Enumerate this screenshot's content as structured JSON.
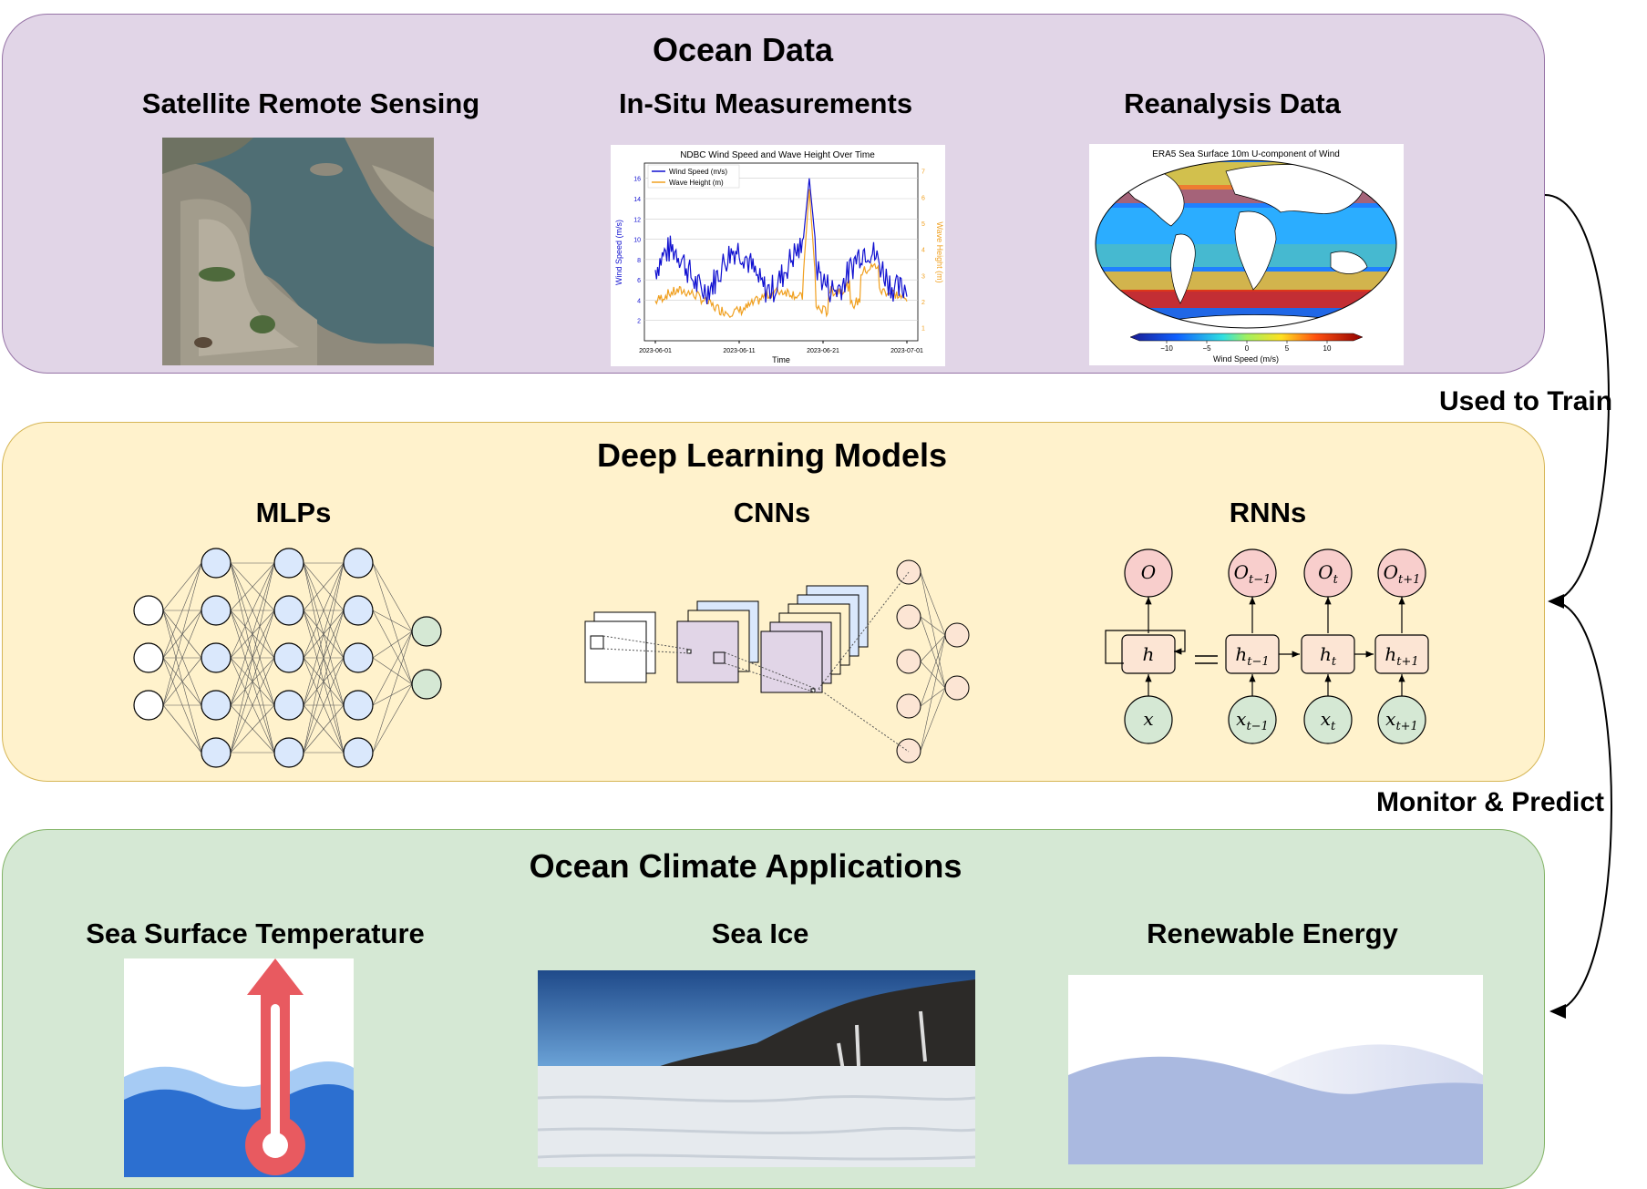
{
  "sections": {
    "ocean_data": {
      "title": "Ocean Data",
      "items": [
        "Satellite Remote Sensing",
        "In-Situ Measurements",
        "Reanalysis Data"
      ]
    },
    "models": {
      "title": "Deep Learning Models",
      "items": [
        "MLPs",
        "CNNs",
        "RNNs"
      ]
    },
    "applications": {
      "title": "Ocean Climate Applications",
      "items": [
        "Sea Surface Temperature",
        "Sea Ice",
        "Renewable Energy"
      ]
    }
  },
  "arrows": {
    "train_label": "Used to Train",
    "predict_label": "Monitor & Predict"
  },
  "insitu_chart": {
    "title": "NDBC Wind Speed and Wave Height Over Time",
    "legend": [
      "Wind Speed (m/s)",
      "Wave Height (m)"
    ],
    "xlabel": "Time",
    "ylabel_left": "Wind Speed (m/s)",
    "ylabel_right": "Wave Height (m)",
    "xticks": [
      "2023-06-01",
      "2023-06-11",
      "2023-06-21",
      "2023-07-01"
    ],
    "yticks_left": [
      "2",
      "4",
      "6",
      "8",
      "10",
      "12",
      "14",
      "16"
    ],
    "yticks_right": [
      "1",
      "2",
      "3",
      "4",
      "5",
      "6",
      "7"
    ],
    "colors": {
      "wind": "#1010d0",
      "wave": "#f0a020"
    }
  },
  "era5_map": {
    "title": "ERA5 Sea Surface 10m U-component of Wind",
    "colorbar_label": "Wind Speed (m/s)",
    "colorbar_ticks": [
      "−10",
      "−5",
      "0",
      "5",
      "10"
    ]
  },
  "rnn": {
    "unrolled": [
      {
        "o": "O",
        "osub": "",
        "h": "h",
        "hsub": "",
        "x": "x",
        "xsub": ""
      },
      {
        "o": "O",
        "osub": "t−1",
        "h": "h",
        "hsub": "t−1",
        "x": "x",
        "xsub": "t−1"
      },
      {
        "o": "O",
        "osub": "t",
        "h": "h",
        "hsub": "t",
        "x": "x",
        "xsub": "t"
      },
      {
        "o": "O",
        "osub": "t+1",
        "h": "h",
        "hsub": "t+1",
        "x": "x",
        "xsub": "t+1"
      }
    ]
  }
}
